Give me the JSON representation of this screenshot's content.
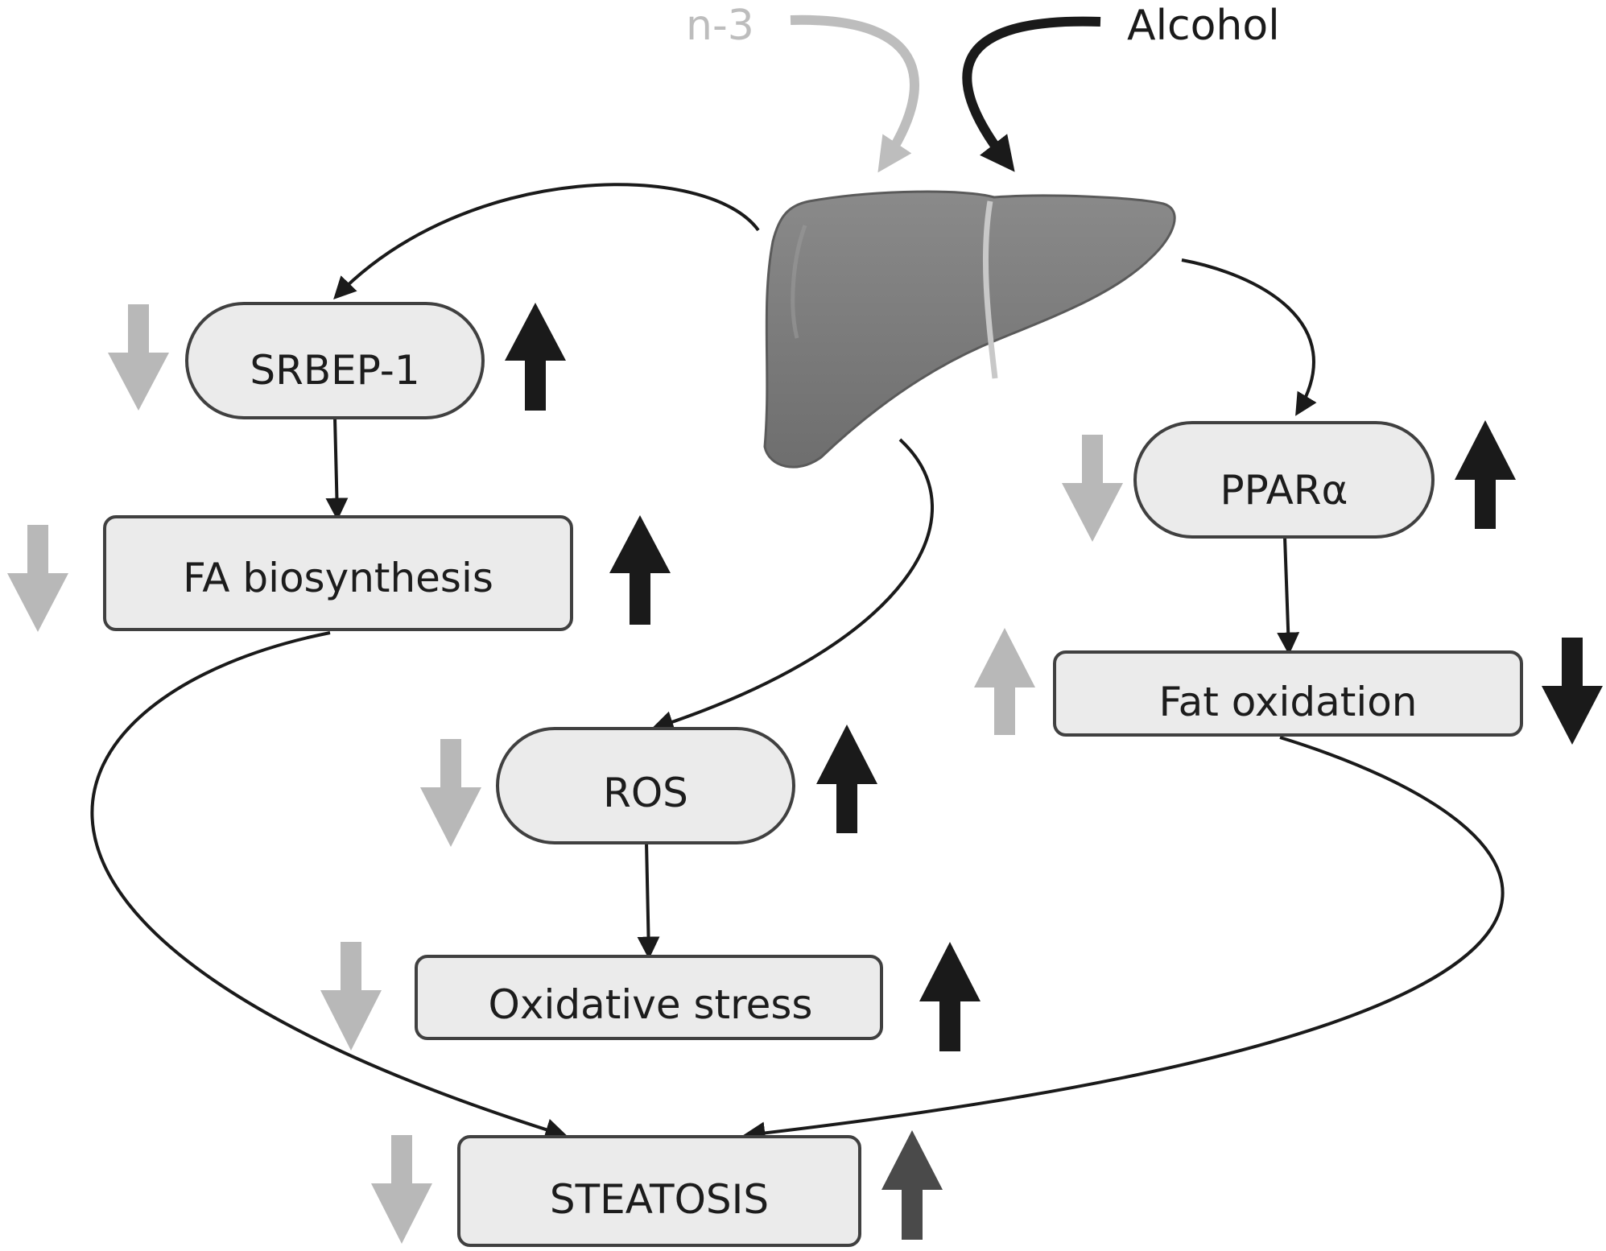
{
  "inputs": {
    "n3": {
      "label": "n-3",
      "color": "#bdbdbd"
    },
    "alcohol": {
      "label": "Alcohol",
      "color": "#1a1a1a"
    }
  },
  "organ": {
    "icon": "liver-icon"
  },
  "nodes": {
    "srbep1": {
      "label": "SRBEP-1",
      "n3_effect": "down",
      "alcohol_effect": "up"
    },
    "fa_biosynthesis": {
      "label": "FA biosynthesis",
      "n3_effect": "down",
      "alcohol_effect": "up"
    },
    "ppara": {
      "label": "PPARα",
      "n3_effect": "down",
      "alcohol_effect": "up"
    },
    "fat_oxidation": {
      "label": "Fat oxidation",
      "n3_effect": "up",
      "alcohol_effect": "down"
    },
    "ros": {
      "label": "ROS",
      "n3_effect": "down",
      "alcohol_effect": "up"
    },
    "oxidative_stress": {
      "label": "Oxidative stress",
      "n3_effect": "down",
      "alcohol_effect": "up"
    },
    "steatosis": {
      "label": "STEATOSIS",
      "n3_effect": "down",
      "alcohol_effect": "up"
    }
  },
  "colors": {
    "n3_arrow": "#b8b8b8",
    "alcohol_arrow": "#1a1a1a",
    "steatosis_alcohol_arrow": "#4a4a4a",
    "liver_fill": "#7a7a7a",
    "node_fill": "#ebebeb"
  }
}
